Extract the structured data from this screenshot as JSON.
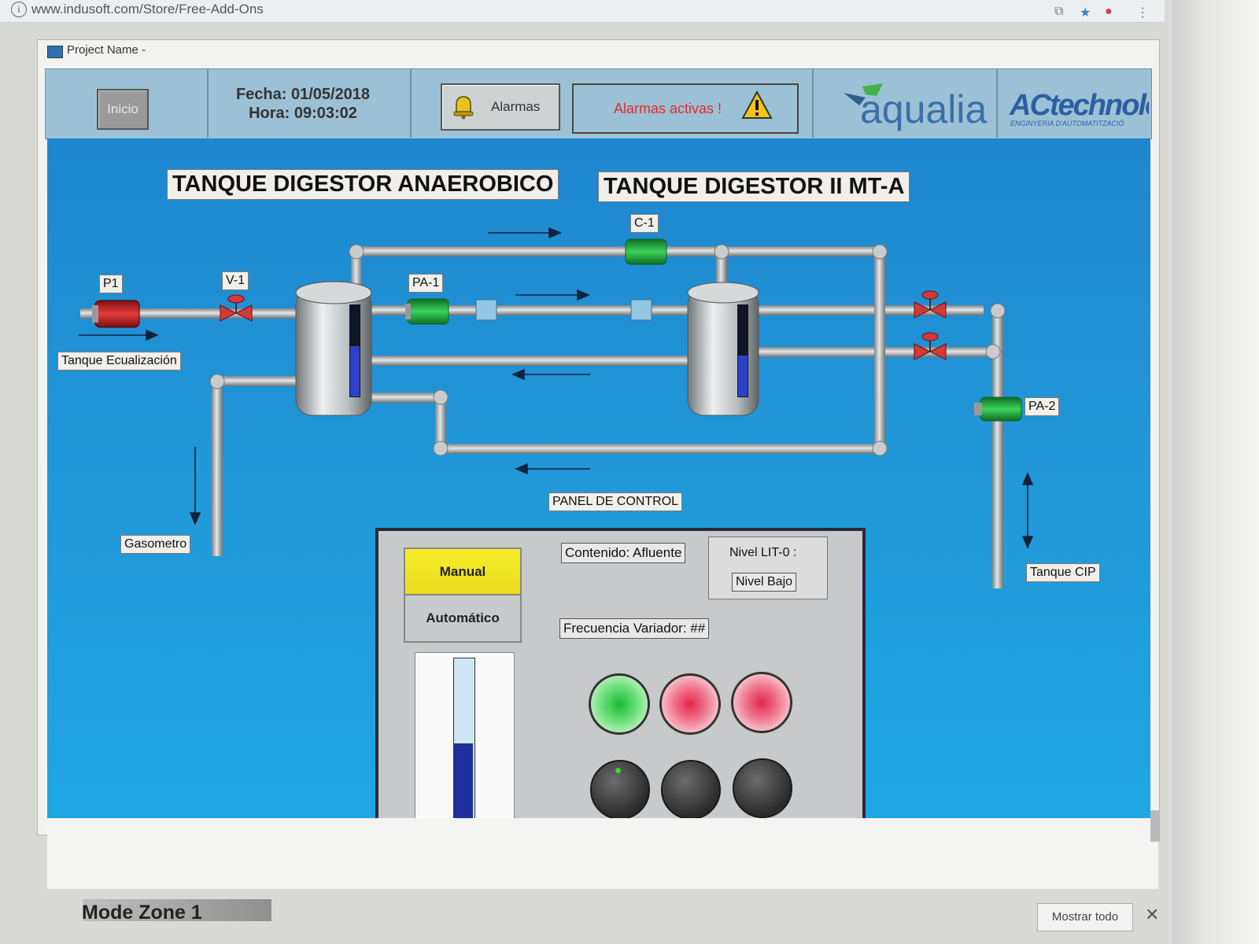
{
  "browser": {
    "url": "www.indusoft.com/Store/Free-Add-Ons"
  },
  "window": {
    "title": "Project Name -"
  },
  "header": {
    "inicio_label": "Inicio",
    "fecha": "Fecha: 01/05/2018",
    "hora": "Hora: 09:03:02",
    "alarmas_label": "Alarmas",
    "alarmas_activas": "Alarmas activas !",
    "logo_aqualia": "aqualia",
    "logo_ac": "ACtechnology",
    "logo_ac_sub": "ENGINYERIA D'AUTOMATITZACIÓ"
  },
  "process": {
    "title_left": "TANQUE DIGESTOR ANAEROBICO",
    "title_right": "TANQUE DIGESTOR II MT-A",
    "tag_p1": "P1",
    "tag_v1": "V-1",
    "tag_pa1": "PA-1",
    "tag_c1": "C-1",
    "tag_pa2": "PA-2",
    "label_ecualizacion": "Tanque Ecualización",
    "label_gasometro": "Gasometro",
    "label_cip": "Tanque CIP",
    "tank1_level": 0.55,
    "tank2_level": 0.45
  },
  "panel": {
    "title": "PANEL DE CONTROL",
    "manual_label": "Manual",
    "auto_label": "Automático",
    "contenido": "Contenido: Afluente",
    "nivel_lit": "Nivel LIT-0 :",
    "nivel_value": "Nivel Bajo",
    "frecuencia": "Frecuencia Variador: ##",
    "gauge_level": 0.48
  },
  "status": {
    "mode_zone": "Mode Zone 1",
    "mostrar_todo": "Mostrar todo"
  },
  "colors": {
    "background": "#2196d7",
    "header": "#9cc1d6",
    "alarm_text": "#e62b2b",
    "manual_active": "#f1e824",
    "pump_running": "#1fb83a",
    "pump_stopped": "#d52a2a"
  }
}
